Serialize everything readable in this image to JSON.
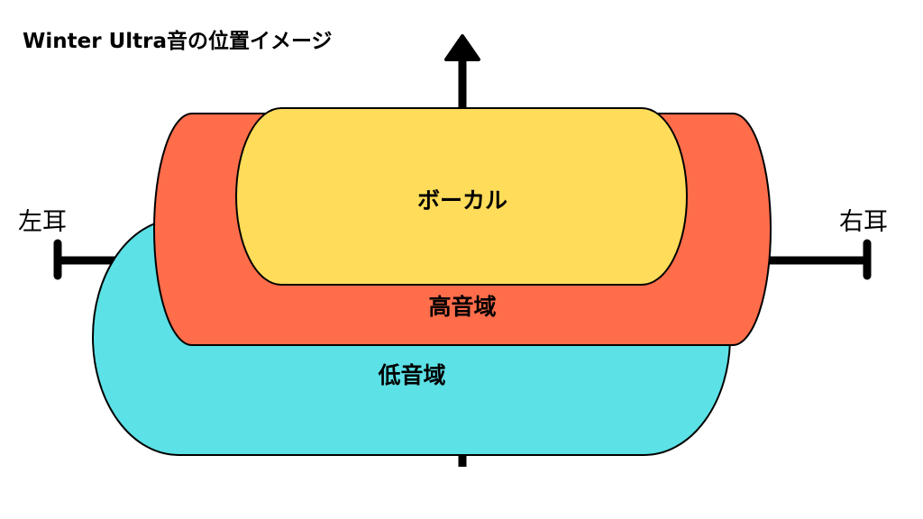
{
  "title": "Winter Ultra音の位置イメージ",
  "axis_labels": {
    "left": "左耳",
    "right": "右耳"
  },
  "regions": {
    "vocal": {
      "label": "ボーカル",
      "color": "#ffdc5a"
    },
    "high": {
      "label": "高音域",
      "color": "#ff6d4b"
    },
    "low": {
      "label": "低音域",
      "color": "#5ce1e6"
    }
  }
}
